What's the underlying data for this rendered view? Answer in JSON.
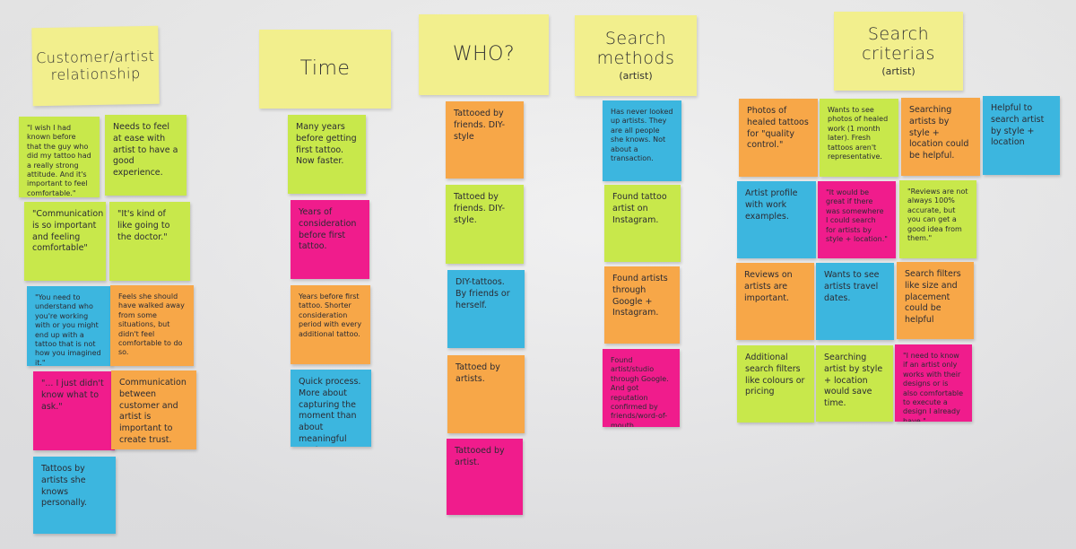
{
  "colors": {
    "wall": "#ebebeb",
    "yellow_header": "#f2ef8d",
    "green": "#c8e84b",
    "pink": "#f01c8c",
    "orange": "#f7a748",
    "blue": "#3cb6df"
  },
  "headers": {
    "relationship": {
      "title": "Customer/artist relationship"
    },
    "time": {
      "title": "Time"
    },
    "who": {
      "title": "WHO?"
    },
    "methods": {
      "title": "Search methods",
      "sub": "(artist)"
    },
    "criteria": {
      "title": "Search criterias",
      "sub": "(artist)"
    }
  },
  "notes": {
    "rel_1": "\"I wish I had known before that the guy who did my tattoo had a really strong attitude. And it's important to feel comfortable.\"",
    "rel_2": "Needs to feel at ease with artist to have a good experience.",
    "rel_3": "\"Communication is so important and feeling comfortable\"",
    "rel_4": "\"It's kind of like going to the doctor.\"",
    "rel_5": "\"You need to understand who you're working with or you might end up with a tattoo that is not how you imagined it.\"",
    "rel_6": "Feels she should have walked away from some situations, but didn't feel comfortable to do so.",
    "rel_7": "\"... I just didn't know what to ask.\"",
    "rel_8": "Communication between customer and artist is important to create trust.",
    "rel_9": "Tattoos by artists she knows personally.",
    "time_1": "Many years before getting first tattoo. Now faster.",
    "time_2": "Years of consideration before first tattoo.",
    "time_3": "Years before first tattoo. Shorter consideration period with every additional tattoo.",
    "time_4": "Quick process. More about capturing the moment than about meaningful motives.",
    "who_1": "Tattooed by friends. DIY-style",
    "who_2": "Tattoed by friends. DIY-style.",
    "who_3": "DIY-tattoos. By friends or herself.",
    "who_4": "Tattoed by artists.",
    "who_5": "Tattooed by artist.",
    "meth_1": "Has never looked up artists. They are all people she knows. Not about a transaction.",
    "meth_2": "Found tattoo artist on Instagram.",
    "meth_3": "Found artists through Google + Instagram.",
    "meth_4": "Found artist/studio through Google. And got reputation confirmed by friends/word-of-mouth",
    "crit_1": "Photos of healed tattoos for \"quality control.\"",
    "crit_2": "Wants to see photos of healed work (1 month later). Fresh tattoos aren't representative.",
    "crit_3": "Searching artists by style + location could be helpful.",
    "crit_4": "Helpful to search artist by style + location",
    "crit_5": "Artist profile with work examples.",
    "crit_6": "\"It would be great if there was somewhere I could search for artists by style + location.\"",
    "crit_7": "\"Reviews are not always 100% accurate, but you can get a good idea from them.\"",
    "crit_8": "Reviews on artists are important.",
    "crit_9": "Wants to see artists travel dates.",
    "crit_10": "Search filters like size and placement could be helpful",
    "crit_11": "Additional search filters like colours or pricing",
    "crit_12": "Searching artist by style + location would save time.",
    "crit_13": "\"I need to know if an artist only works with their designs or is also comfortable to execute a design I already have.\""
  }
}
